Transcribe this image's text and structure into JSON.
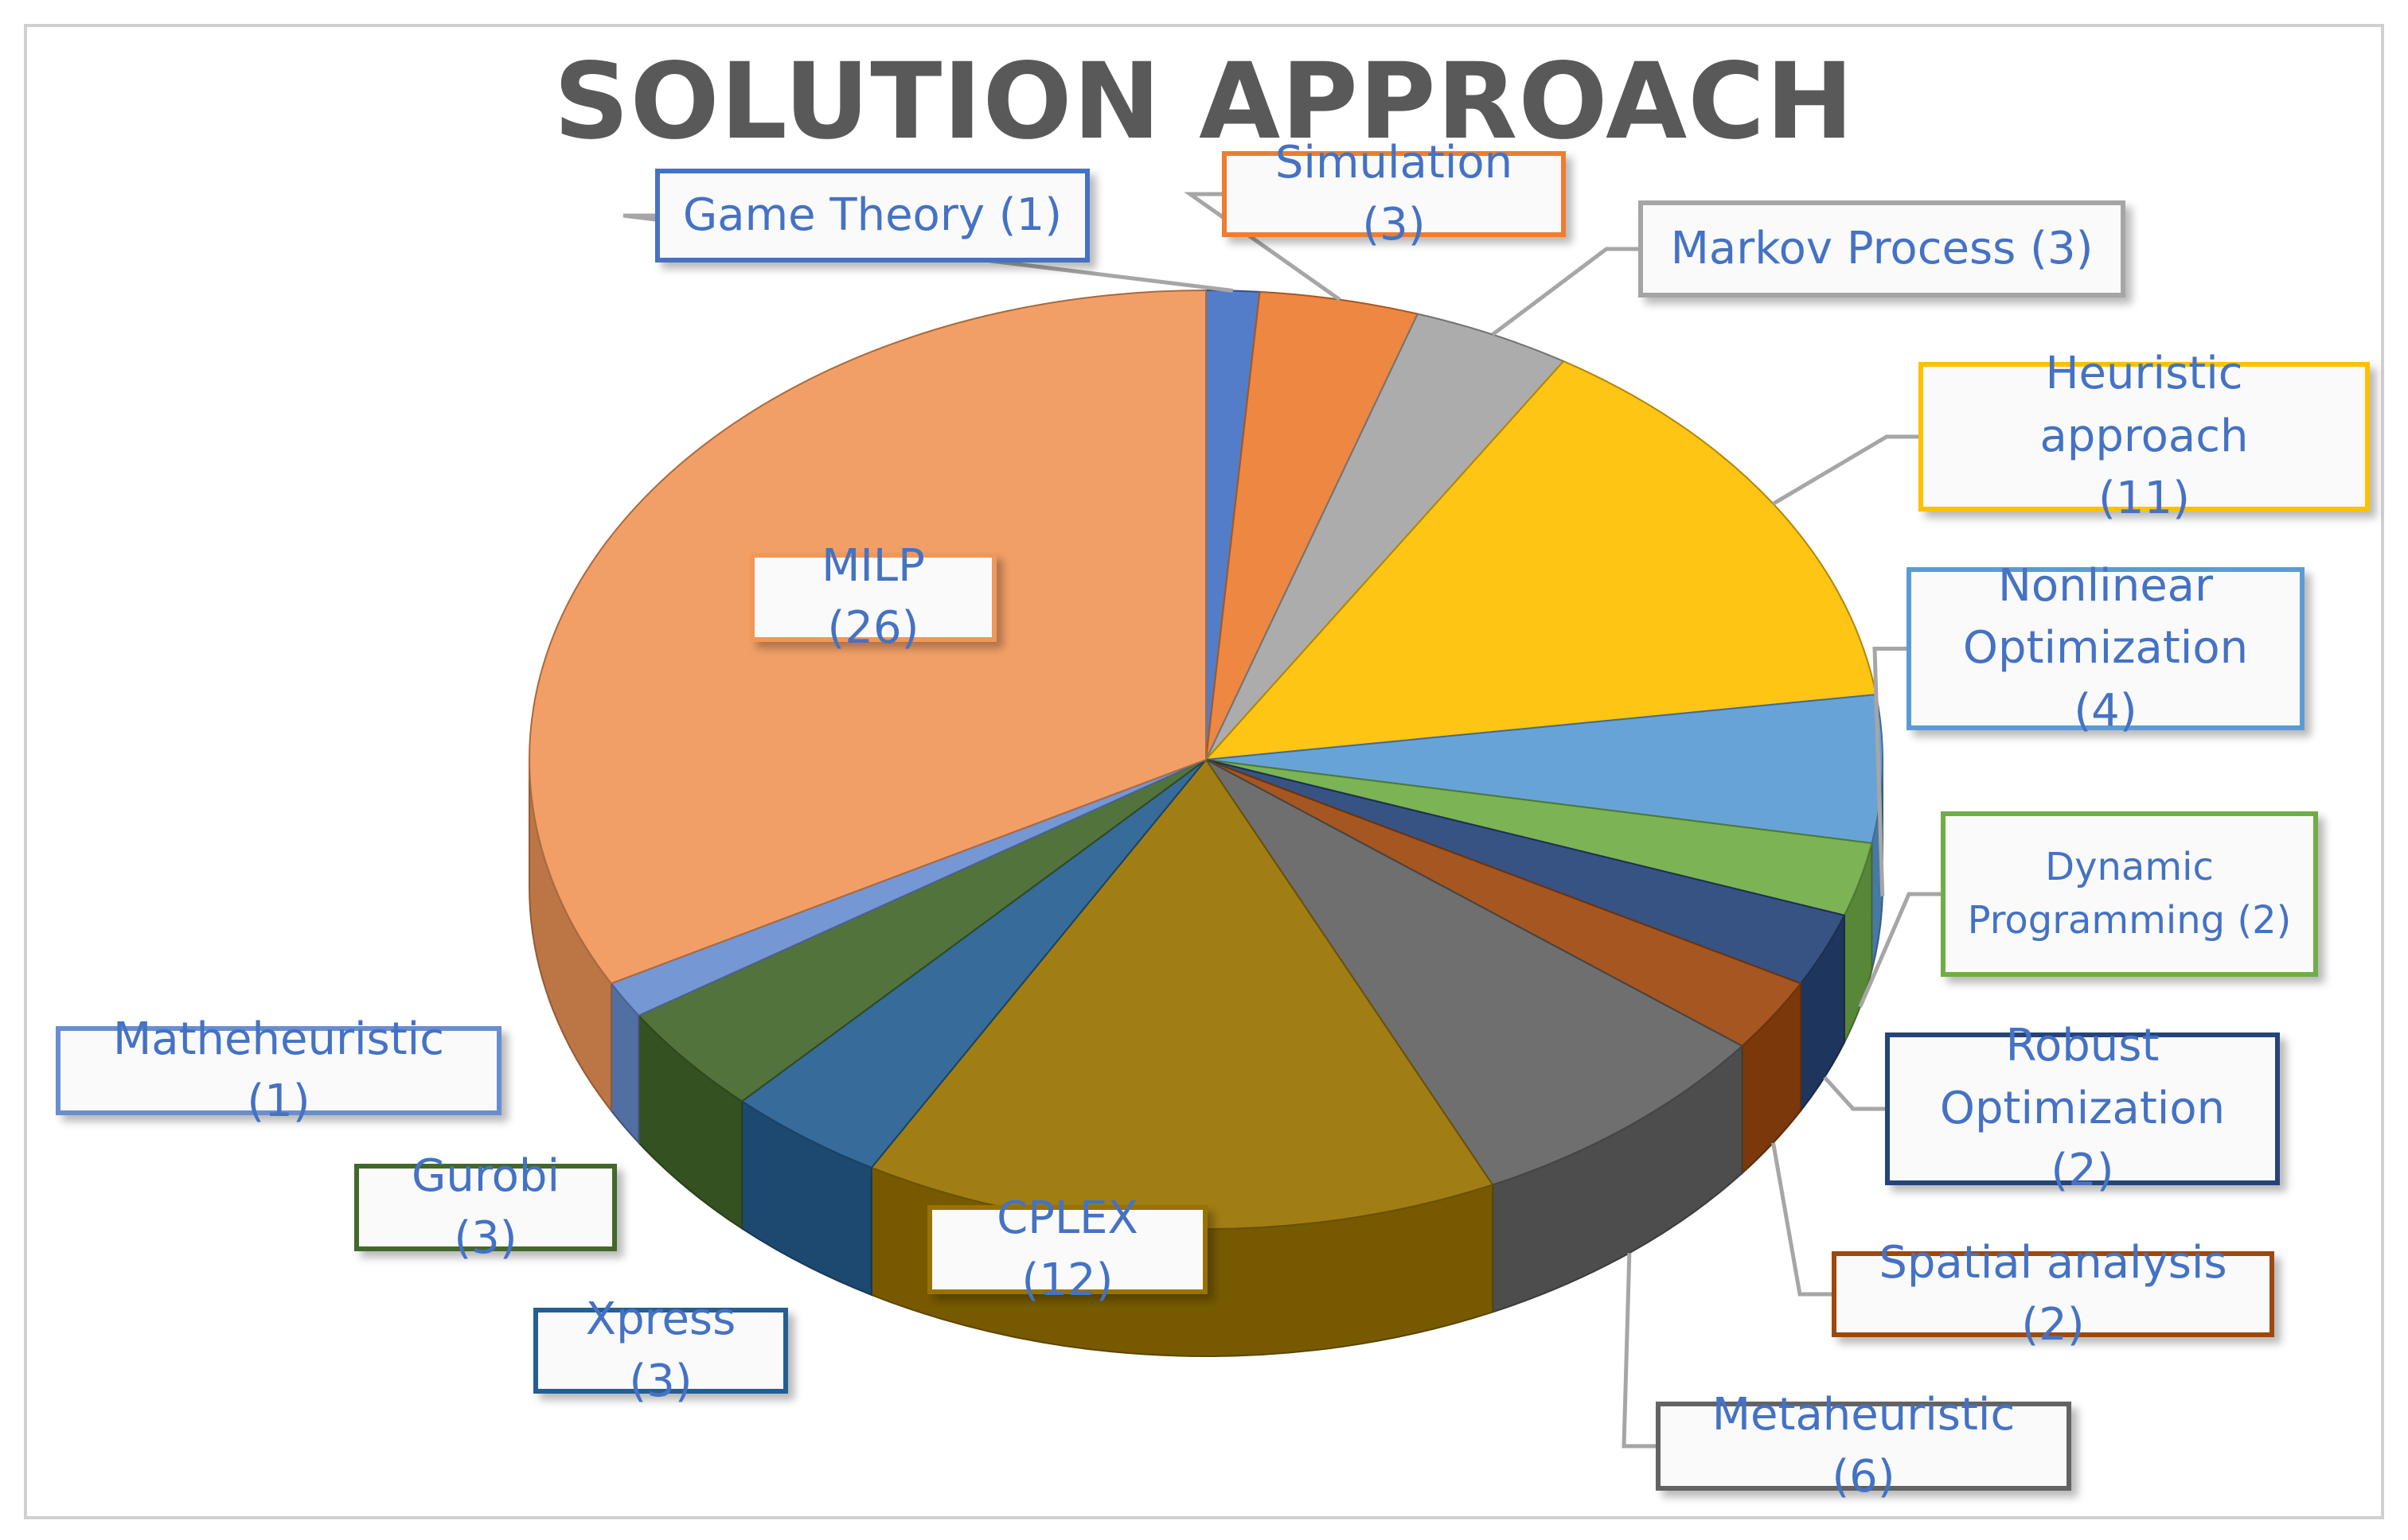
{
  "chart_data": {
    "type": "pie",
    "style": "3d",
    "title": "SOLUTION APPROACH",
    "slices": [
      {
        "label": "Game Theory",
        "value": 1,
        "display": "Game Theory (1)",
        "color": "#4472c4"
      },
      {
        "label": "Simulation",
        "value": 3,
        "display": "Simulation (3)",
        "color": "#ed7d31"
      },
      {
        "label": "Markov Process",
        "value": 3,
        "display": "Markov Process (3)",
        "color": "#a5a5a5"
      },
      {
        "label": "Heuristic approach",
        "value": 11,
        "display": "Heuristic approach\n(11)",
        "color": "#ffc000"
      },
      {
        "label": "Nonlinear Optimization",
        "value": 4,
        "display": "Nonlinear\nOptimization (4)",
        "color": "#5b9bd5"
      },
      {
        "label": "Dynamic Programming",
        "value": 2,
        "display": "Dynamic\nProgramming (2)",
        "color": "#70ad47"
      },
      {
        "label": "Robust Optimization",
        "value": 2,
        "display": "Robust\nOptimization (2)",
        "color": "#264478"
      },
      {
        "label": "Spatial analysis",
        "value": 2,
        "display": "Spatial analysis (2)",
        "color": "#9e480e"
      },
      {
        "label": "Metaheuristic",
        "value": 6,
        "display": "Metaheuristic (6)",
        "color": "#636363"
      },
      {
        "label": "CPLEX",
        "value": 12,
        "display": "CPLEX  (12)",
        "color": "#997300"
      },
      {
        "label": "Xpress",
        "value": 3,
        "display": "Xpress (3)",
        "color": "#255e91"
      },
      {
        "label": "Gurobi",
        "value": 3,
        "display": "Gurobi (3)",
        "color": "#43682b"
      },
      {
        "label": "Matheheuristic",
        "value": 1,
        "display": "Matheheuristic (1)",
        "color": "#698ed0"
      },
      {
        "label": "MILP",
        "value": 26,
        "display": "MILP (26)",
        "color": "#f1975a"
      }
    ]
  }
}
